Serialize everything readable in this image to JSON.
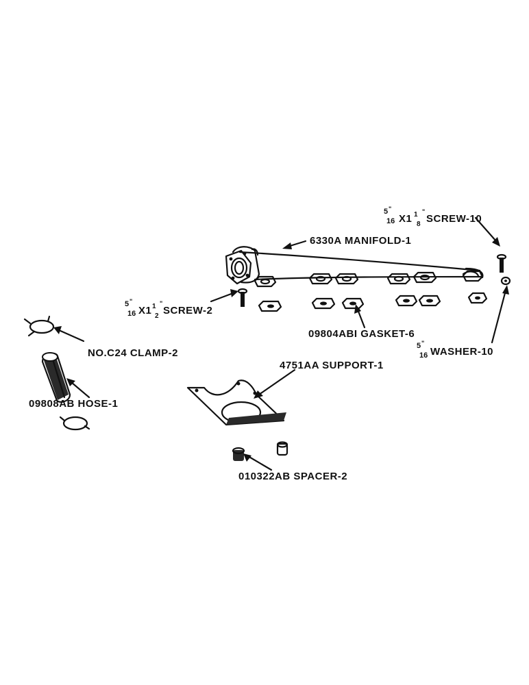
{
  "callouts": {
    "manifold": "6330A MANIFOLD-1",
    "screw_top_right": "X1",
    "screw_top_right_suffix": "SCREW-10",
    "screw_left": "X1",
    "screw_left_suffix": "SCREW-2",
    "gasket": "09804ABI GASKET-6",
    "washer": "WASHER-10",
    "clamp": "NO.C24 CLAMP-2",
    "support": "4751AA SUPPORT-1",
    "hose": "09808AB HOSE-1",
    "spacer": "010322AB SPACER-2"
  },
  "fractions": {
    "five_sixteenths_num": "5",
    "five_sixteenths_den": "16",
    "one_eighth_whole": "1",
    "one_eighth_num": "1",
    "one_eighth_den": "8",
    "one_half_whole": "1",
    "one_half_num": "1",
    "one_half_den": "2",
    "inch_mark": "\""
  }
}
